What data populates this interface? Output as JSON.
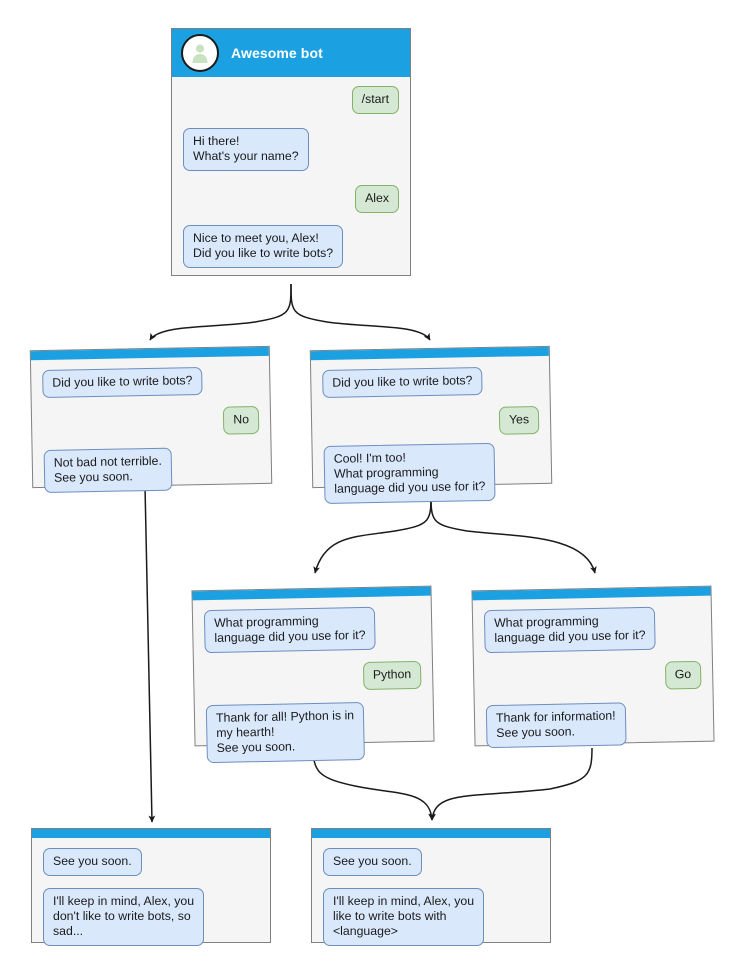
{
  "diagram": {
    "title": "Telegram bot conversation flow",
    "colors": {
      "header_blue": "#1ba1e2",
      "card_body": "#f5f5f5",
      "card_border": "#808080",
      "bot_bubble_fill": "#dae8fc",
      "bot_bubble_border": "#6c8ebf",
      "user_bubble_fill": "#d5e8d4",
      "user_bubble_border": "#82b366",
      "connector": "#1a1a1a",
      "page_background": "#ffffff"
    }
  },
  "cards": {
    "start": {
      "id": "start",
      "bot_name": "Awesome bot",
      "avatar_icon": "user-avatar-icon",
      "messages": [
        {
          "from": "user",
          "text": "/start"
        },
        {
          "from": "bot",
          "text": "Hi there!\nWhat's your name?"
        },
        {
          "from": "user",
          "text": "Alex"
        },
        {
          "from": "bot",
          "text": "Nice to meet you, Alex!\nDid you like to write bots?"
        }
      ]
    },
    "answer_no": {
      "id": "answer-no",
      "messages": [
        {
          "from": "bot",
          "text": "Did you like to write bots?"
        },
        {
          "from": "user",
          "text": "No"
        },
        {
          "from": "bot",
          "text": "Not bad not terrible.\nSee you soon."
        }
      ]
    },
    "answer_yes": {
      "id": "answer-yes",
      "messages": [
        {
          "from": "bot",
          "text": "Did you like to write bots?"
        },
        {
          "from": "user",
          "text": "Yes"
        },
        {
          "from": "bot",
          "text": "Cool! I'm too!\nWhat programming\nlanguage did you use for it?"
        }
      ]
    },
    "lang_python": {
      "id": "lang-python",
      "messages": [
        {
          "from": "bot",
          "text": "What programming\nlanguage did you use for it?"
        },
        {
          "from": "user",
          "text": "Python"
        },
        {
          "from": "bot",
          "text": "Thank for all! Python is in\nmy hearth!\nSee you soon."
        }
      ]
    },
    "lang_go": {
      "id": "lang-go",
      "messages": [
        {
          "from": "bot",
          "text": "What programming\nlanguage did you use for it?"
        },
        {
          "from": "user",
          "text": "Go"
        },
        {
          "from": "bot",
          "text": "Thank for information!\nSee you soon."
        }
      ]
    },
    "end_no": {
      "id": "end-no",
      "messages": [
        {
          "from": "bot",
          "text": "See you soon."
        },
        {
          "from": "bot",
          "text": "I'll keep in mind, Alex, you\ndon't like to write bots, so\nsad..."
        }
      ]
    },
    "end_yes": {
      "id": "end-yes",
      "messages": [
        {
          "from": "bot",
          "text": "See you soon."
        },
        {
          "from": "bot",
          "text": "I'll keep in mind, Alex, you\nlike to write bots with\n<language>"
        }
      ]
    }
  }
}
